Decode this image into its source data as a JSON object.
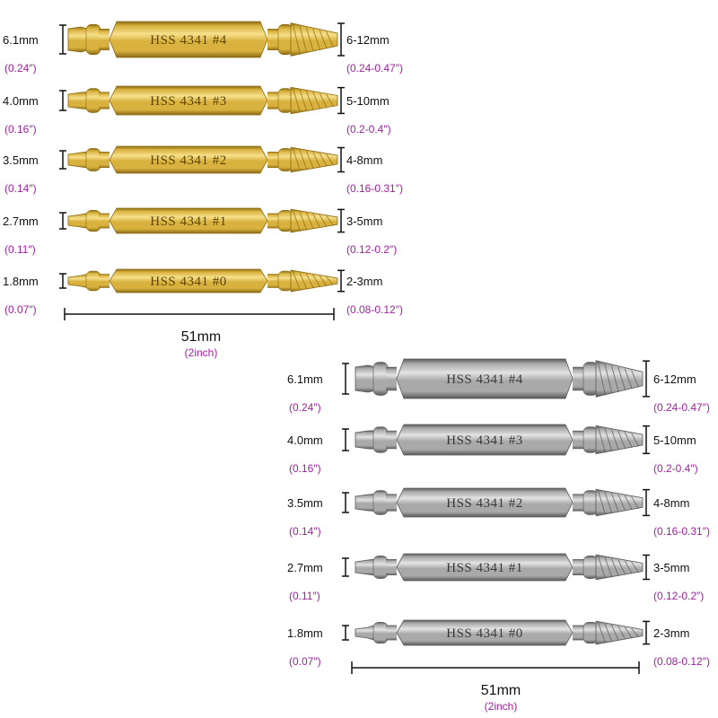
{
  "colors": {
    "inch_text": "#a020a0",
    "dimension_line": "#111111",
    "gold": {
      "light": "#f6df8a",
      "mid": "#d8b13e",
      "dark": "#8a6a14",
      "text": "#5c4608"
    },
    "silver": {
      "light": "#e2e2e2",
      "mid": "#a9a9a9",
      "dark": "#585858",
      "text": "#3a3a3a"
    }
  },
  "sets": [
    {
      "finish": "gold",
      "bits": [
        {
          "label": "HSS 4341 #4",
          "left_mm": "6.1mm",
          "left_in": "(0.24″)",
          "right_mm": "6-12mm",
          "right_in": "(0.24-0.47″)"
        },
        {
          "label": "HSS 4341 #3",
          "left_mm": "4.0mm",
          "left_in": "(0.16″)",
          "right_mm": "5-10mm",
          "right_in": "(0.2-0.4″)"
        },
        {
          "label": "HSS 4341 #2",
          "left_mm": "3.5mm",
          "left_in": "(0.14″)",
          "right_mm": "4-8mm",
          "right_in": "(0.16-0.31″)"
        },
        {
          "label": "HSS 4341 #1",
          "left_mm": "2.7mm",
          "left_in": "(0.11″)",
          "right_mm": "3-5mm",
          "right_in": "(0.12-0.2″)"
        },
        {
          "label": "HSS 4341 #0",
          "left_mm": "1.8mm",
          "left_in": "(0.07″)",
          "right_mm": "2-3mm",
          "right_in": "(0.08-0.12″)"
        }
      ],
      "length_mm": "51mm",
      "length_in": "(2inch)"
    },
    {
      "finish": "silver",
      "bits": [
        {
          "label": "HSS 4341 #4",
          "left_mm": "6.1mm",
          "left_in": "(0.24″)",
          "right_mm": "6-12mm",
          "right_in": "(0.24-0.47″)"
        },
        {
          "label": "HSS 4341 #3",
          "left_mm": "4.0mm",
          "left_in": "(0.16″)",
          "right_mm": "5-10mm",
          "right_in": "(0.2-0.4″)"
        },
        {
          "label": "HSS 4341 #2",
          "left_mm": "3.5mm",
          "left_in": "(0.14″)",
          "right_mm": "4-8mm",
          "right_in": "(0.16-0.31″)"
        },
        {
          "label": "HSS 4341 #1",
          "left_mm": "2.7mm",
          "left_in": "(0.11″)",
          "right_mm": "3-5mm",
          "right_in": "(0.12-0.2″)"
        },
        {
          "label": "HSS 4341 #0",
          "left_mm": "1.8mm",
          "left_in": "(0.07″)",
          "right_mm": "2-3mm",
          "right_in": "(0.08-0.12″)"
        }
      ],
      "length_mm": "51mm",
      "length_in": "(2inch)"
    }
  ]
}
